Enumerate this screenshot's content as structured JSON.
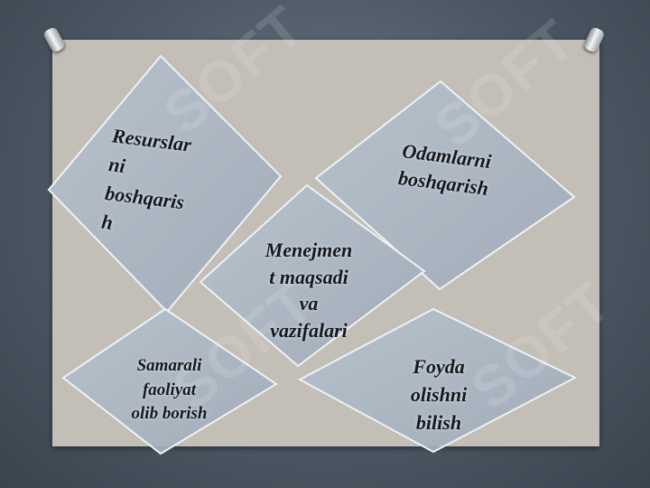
{
  "watermark_text": "SOFT",
  "diagram": {
    "nodes": [
      {
        "id": "resurslar",
        "label": "Resurslar ni boshqaris h",
        "lines": [
          "Resurslar",
          "ni",
          "boshqaris",
          "h"
        ]
      },
      {
        "id": "odamlarni",
        "label": "Odamlarni boshqarish",
        "lines": [
          "Odamlarni",
          "boshqarish"
        ]
      },
      {
        "id": "menejment",
        "label": "Menejmen t maqsadi va vazifalari",
        "lines": [
          "Menejmen",
          "t maqsadi",
          "va",
          "vazifalari"
        ]
      },
      {
        "id": "samarali",
        "label": "Samarali faoliyat olib borish",
        "lines": [
          "Samarali",
          "faoliyat",
          "olib borish"
        ]
      },
      {
        "id": "foyda",
        "label": "Foyda olishni bilish",
        "lines": [
          "Foyda",
          "olishni",
          "bilish"
        ]
      }
    ]
  },
  "colors": {
    "board": "#c3beb6",
    "diamond_fill": "#aab6c3",
    "diamond_stroke": "#eef2f6",
    "text": "#15191f"
  }
}
